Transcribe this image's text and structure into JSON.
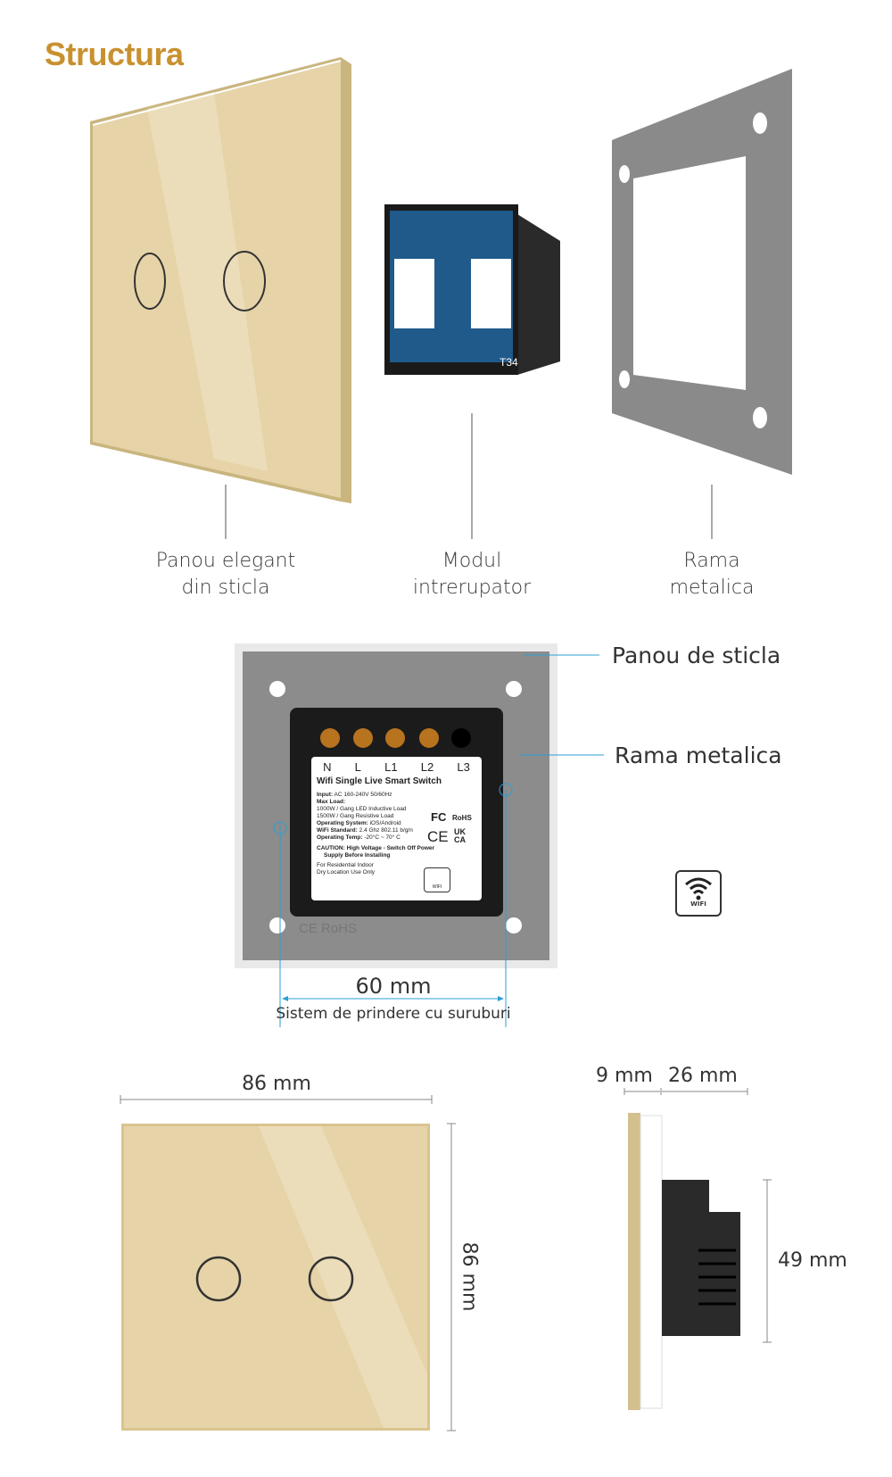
{
  "title": "Structura",
  "components": [
    {
      "line1": "Panou elegant",
      "line2": "din sticla"
    },
    {
      "line1": "Modul",
      "line2": "intrerupator"
    },
    {
      "line1": "Rama",
      "line2": "metalica"
    }
  ],
  "module_print": "T34",
  "callouts": {
    "glass": "Panou de sticla",
    "frame": "Rama metalica"
  },
  "mount": {
    "dimension": "60 mm",
    "caption": "Sistem de prindere cu suruburi"
  },
  "label": {
    "terminals": [
      "N",
      "L",
      "L1",
      "L2",
      "L3"
    ],
    "product": "Wifi Single Live Smart Switch",
    "input_k": "Input:",
    "input_v": "AC 160-240V 50/60Hz",
    "maxload_k": "Max Load:",
    "load1": "1000W / Gang LED Inductive Load",
    "load2": "1500W / Gang Resistive Load",
    "os_k": "Operating System:",
    "os_v": "iOS/Android",
    "wifi_k": "WiFi Standard:",
    "wifi_v": "2.4 Ghz 802.11 b/g/n",
    "temp_k": "Operating Temp:",
    "temp_v": "-20°C ~ 70° C",
    "caution1": "CAUTION: High Voltage - Switch Off Power",
    "caution2": "Supply Before Installing",
    "use1": "For Residential Indoor",
    "use2": "Dry Location Use Only",
    "fc": "FC",
    "rohs": "RoHS",
    "ce": "CE",
    "ukca": "UK CA",
    "wifi_badge": "WIFI",
    "frame_emboss": "CE RoHS"
  },
  "wifi_icon_label": "WIFI",
  "dimensions": {
    "width": "86 mm",
    "height": "86 mm",
    "glass_depth": "9 mm",
    "module_depth": "26 mm",
    "module_height": "49 mm"
  },
  "colors": {
    "gold": "#c8912f",
    "glass": "#e6d3a8",
    "frame": "#8a8a8a",
    "pcb": "#1f5a8a",
    "dim_line": "#2a9fd6"
  }
}
